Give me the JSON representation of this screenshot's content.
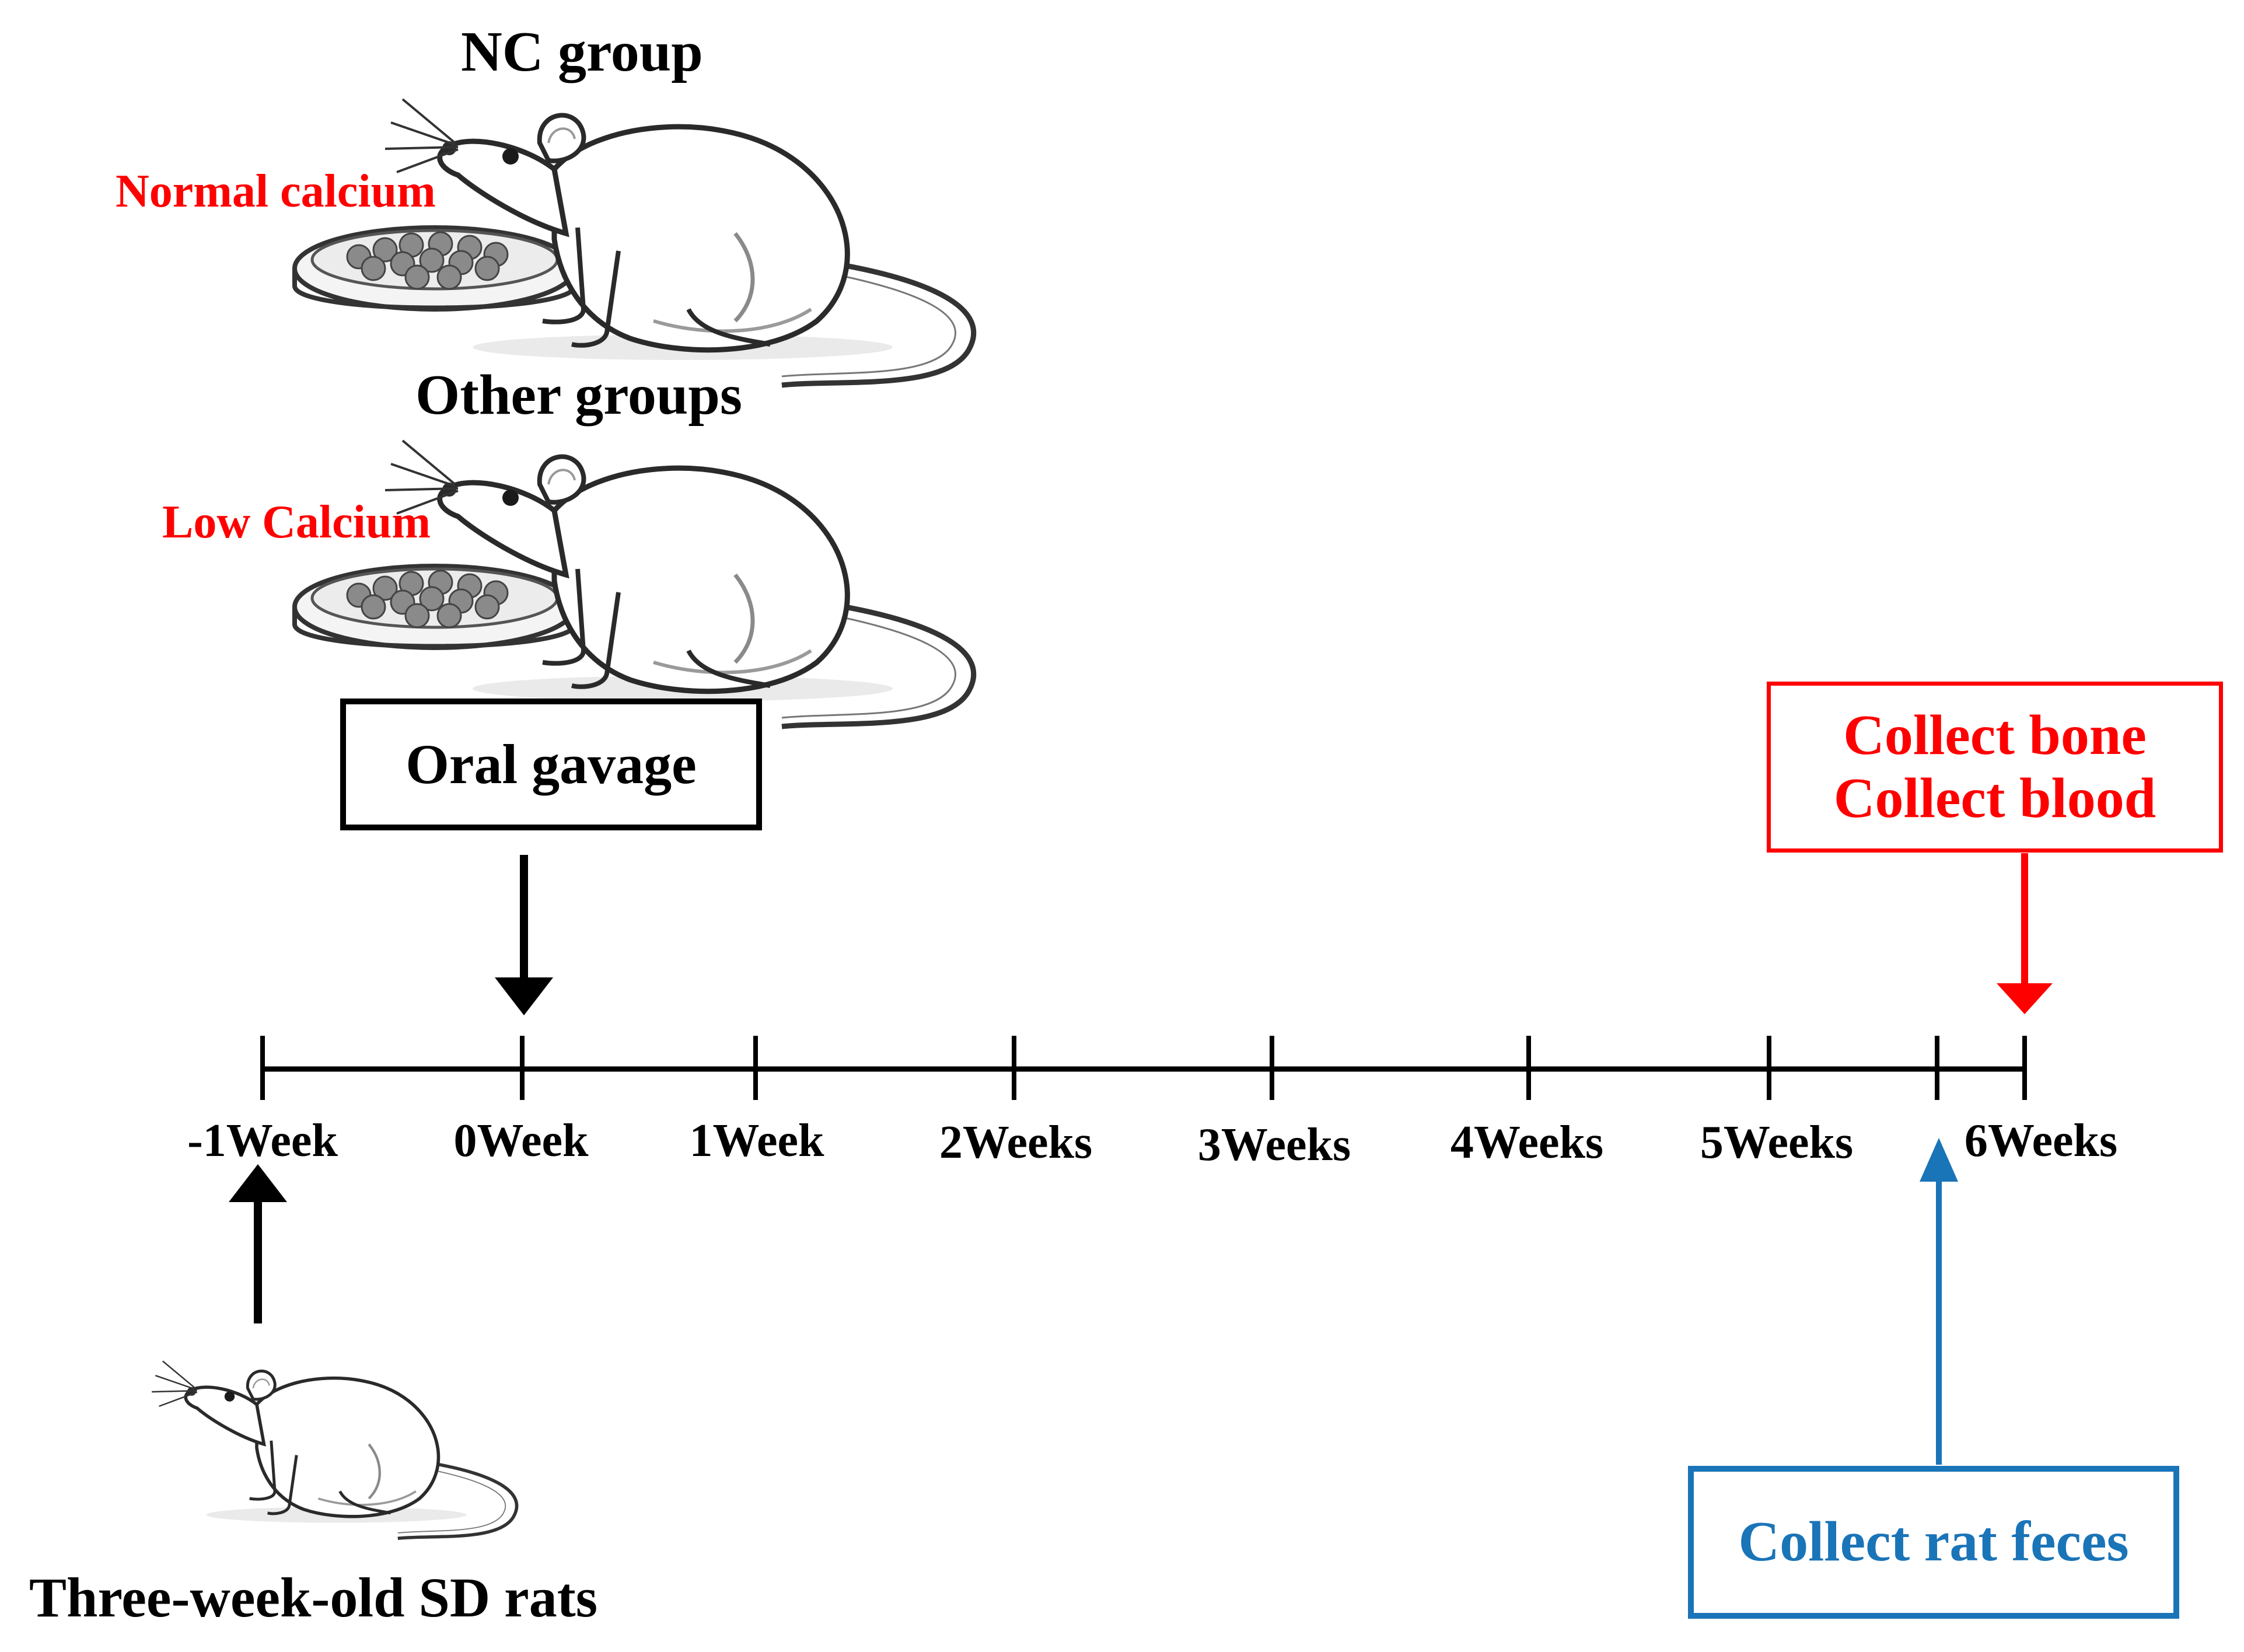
{
  "groups": {
    "nc": {
      "title": "NC group",
      "diet": "Normal calcium"
    },
    "other": {
      "title": "Other groups",
      "diet": "Low Calcium"
    }
  },
  "start": {
    "label": "Three-week-old SD rats"
  },
  "gavage": {
    "label": "Oral gavage"
  },
  "collect": {
    "line1": "Collect bone",
    "line2": "Collect blood"
  },
  "feces": {
    "label": "Collect rat feces"
  },
  "timeline": {
    "ticks": [
      "-1Week",
      "0Week",
      "1Week",
      "2Weeks",
      "3Weeks",
      "4Weeks",
      "5Weeks",
      "6Weeks"
    ]
  },
  "colors": {
    "red": "#ff0000",
    "blue": "#1a74b8",
    "black": "#000000"
  },
  "icons": [
    "rat-icon",
    "food-dish-icon"
  ]
}
